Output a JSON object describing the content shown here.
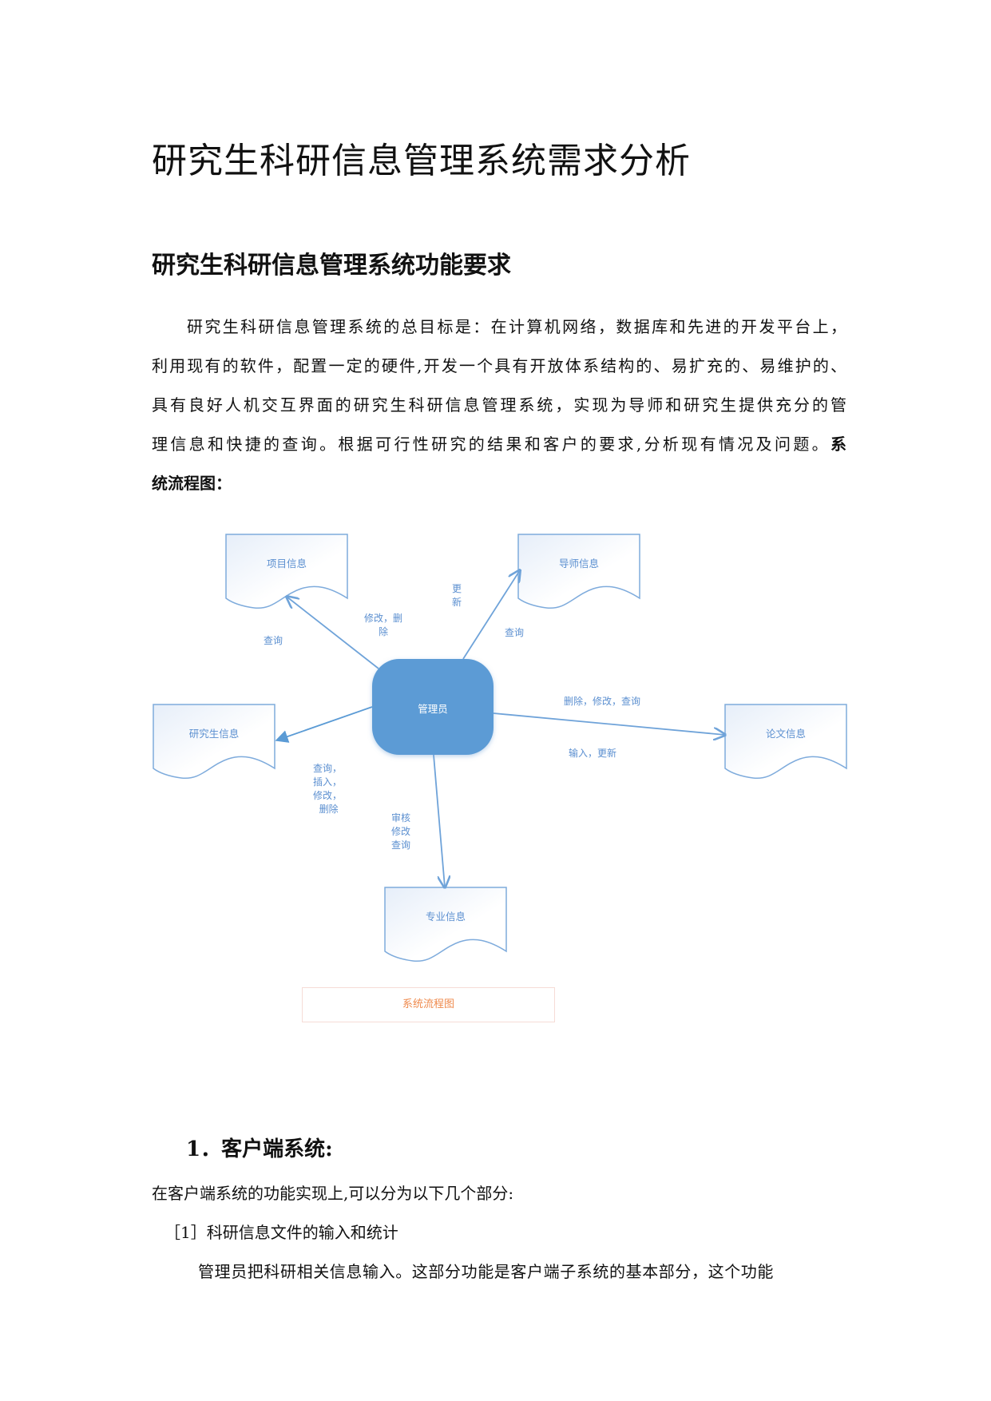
{
  "title": "研究生科研信息管理系统需求分析",
  "section_heading": "研究生科研信息管理系统功能要求",
  "paragraph_lines": [
    "研究生科研信息管理系统的总目标是：在计算机网络，数据库和先进的开发平台上，",
    "利用现有的软件，配置一定的硬件,开发一个具有开放体系结构的、易扩充的、易维护的、",
    "具有良好人机交互界面的研究生科研信息管理系统，实现为导师和研究生提供充分的管",
    "理信息和快捷的查询。根据可行性研究的结果和客户的要求,分析现有情况及问题。"
  ],
  "bold_tail_a": "系",
  "bold_tail_b": "统流程图：",
  "diagram": {
    "center": "管理员",
    "nodes": {
      "project": "项目信息",
      "advisor": "导师信息",
      "student": "研究生信息",
      "paper": "论文信息",
      "major": "专业信息"
    },
    "labels": {
      "update": "更\n新",
      "modify_delete": "修改，删\n除",
      "query_left": "查询",
      "query_right": "查询",
      "paper_ops1": "删除，修改，查询",
      "paper_ops2": "输入，更新",
      "student_ops": "查询，\n插入，\n修改，\n  删除",
      "major_ops": "审核\n修改\n查询"
    },
    "caption": "系统流程图",
    "colors": {
      "line": "#6fa3d9",
      "center": "#5b9bd5",
      "text": "#5b8fd0",
      "caption": "#ef8a4d"
    }
  },
  "client_section": {
    "heading": "1．客户端系统:",
    "intro": "在客户端系统的功能实现上,可以分为以下几个部分:",
    "item1": "［1］科研信息文件的输入和统计",
    "item1_text": "管理员把科研相关信息输入。这部分功能是客户端子系统的基本部分，这个功能"
  }
}
